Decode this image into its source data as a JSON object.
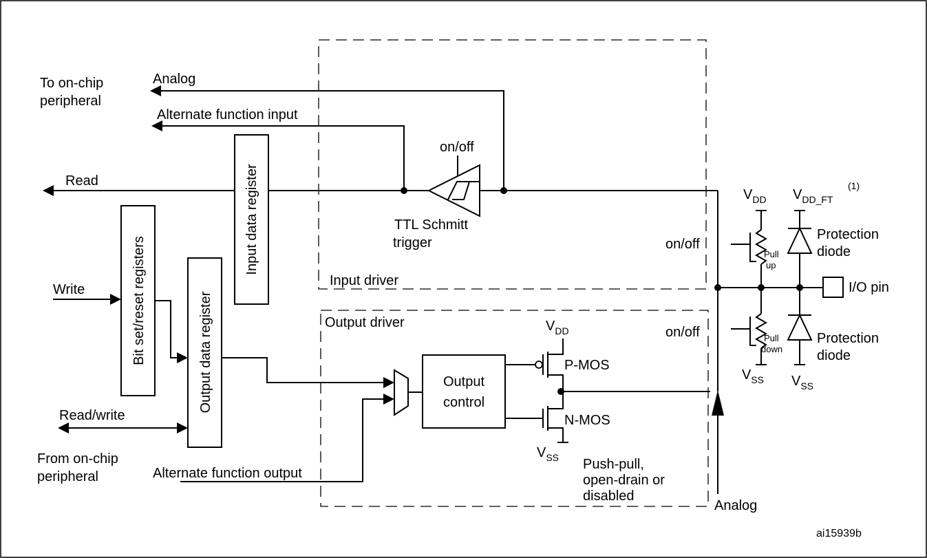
{
  "labels": {
    "to_onchip_1": "To on-chip",
    "to_onchip_2": "peripheral",
    "analog_in": "Analog",
    "alt_func_input": "Alternate function input",
    "read": "Read",
    "write": "Write",
    "read_write": "Read/write",
    "from_onchip_1": "From on-chip",
    "from_onchip_2": "peripheral",
    "alt_func_output": "Alternate function output",
    "on_off_schmitt": "on/off",
    "ttl_schmitt_1": "TTL Schmitt",
    "ttl_schmitt_2": "trigger",
    "input_driver": "Input driver",
    "output_driver": "Output driver",
    "input_data_register": "Input data register",
    "bit_set_reset_registers": "Bit set/reset registers",
    "output_data_register": "Output data register",
    "output_control_1": "Output",
    "output_control_2": "control",
    "vdd_main": "V",
    "vdd_main_sub": "DD",
    "vss_main": "V",
    "vss_main_sub": "SS",
    "p_mos": "P-MOS",
    "n_mos": "N-MOS",
    "push_pull_1": "Push-pull,",
    "push_pull_2": "open-drain or",
    "push_pull_3": "disabled",
    "on_off_pullup": "on/off",
    "on_off_pulldown": "on/off",
    "vdd_pull": "V",
    "vdd_pull_sub": "DD",
    "vdd_ft": "V",
    "vdd_ft_sub": "DD_FT",
    "vdd_ft_note": "(1)",
    "pull_up_1": "Pull",
    "pull_up_2": "up",
    "pull_down_1": "Pull",
    "pull_down_2": "down",
    "protection_diode_top_1": "Protection",
    "protection_diode_top_2": "diode",
    "protection_diode_bottom_1": "Protection",
    "protection_diode_bottom_2": "diode",
    "vss_pull": "V",
    "vss_pull_sub": "SS",
    "vss_diode": "V",
    "vss_diode_sub": "SS",
    "io_pin": "I/O pin",
    "analog_out": "Analog",
    "figure_id": "ai15939b"
  }
}
